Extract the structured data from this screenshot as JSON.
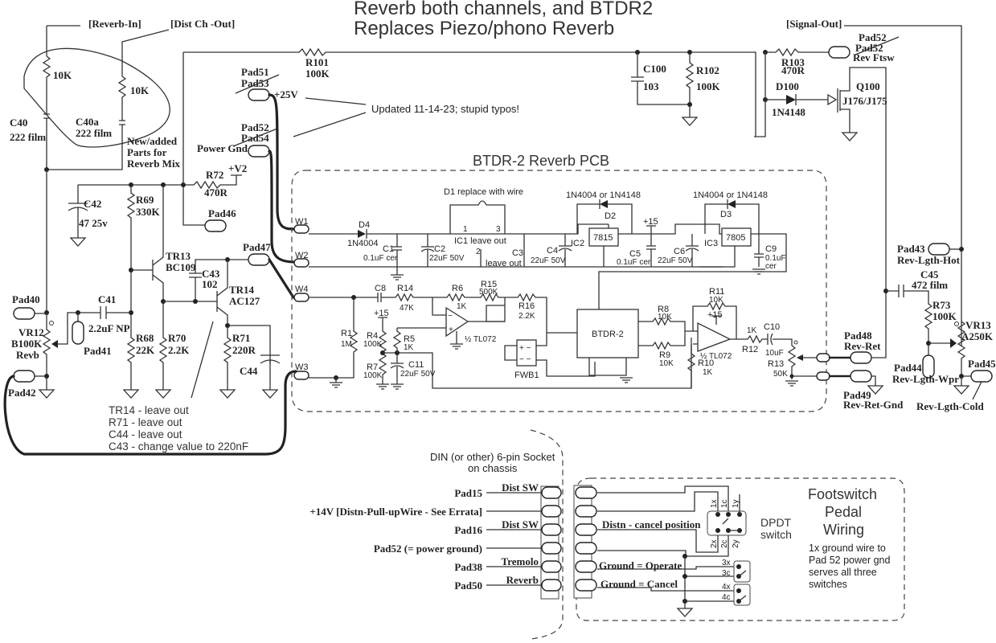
{
  "title": {
    "line1": "Reverb both channels, and BTDR2",
    "line2": "Replaces Piezo/phono Reverb"
  },
  "update_note": "Updated 11-14-23; stupid typos!",
  "reverb_mix": {
    "reverb_in": "[Reverb-In]",
    "dist_ch_out": "[Dist Ch -Out]",
    "r_left": "10K",
    "r_right": "10K",
    "c40": "C40",
    "c40_val": "222 film",
    "c40a": "C40a",
    "c40a_val": "222 film",
    "note1": "New/added",
    "note2": "Parts for",
    "note3": "Reverb Mix"
  },
  "driver": {
    "r101": "R101",
    "r101_val": "100K",
    "pad51": "Pad51",
    "pad53": "Pad53",
    "plus25v": "+25V",
    "pad52": "Pad52",
    "pad54": "Pad54",
    "power_gnd": "Power Gnd",
    "r72": "R72",
    "r72_val": "470R",
    "v2": "+V2",
    "c42": "C42",
    "c42_val": "47 25v",
    "r69": "R69",
    "r69_val": "330K",
    "pad46": "Pad46",
    "tr13": "TR13",
    "tr13_val": "BC109",
    "c43": "C43",
    "c43_val": "102",
    "pad47": "Pad47",
    "tr14": "TR14",
    "tr14_val": "AC127",
    "pad40": "Pad40",
    "c41": "C41",
    "c41_val": "2.2uF NP",
    "vr12": "VR12",
    "vr12_val": "B100K",
    "vr12_name": "Revb",
    "pad41": "Pad41",
    "r68": "R68",
    "r68_val": "22K",
    "r70": "R70",
    "r70_val": "2.2K",
    "r71": "R71",
    "r71_val": "220R",
    "c44": "C44",
    "pad42": "Pad42"
  },
  "mods": [
    "TR14 - leave out",
    "R71 - leave out",
    "C44 - leave out",
    "C43 - change value to 220nF"
  ],
  "pcb": {
    "title": "BTDR-2 Reverb PCB",
    "w1": "W1",
    "w2": "W2",
    "w4": "W4",
    "w3": "W3",
    "d1_note": "D1 replace with wire",
    "d4": "D4",
    "d4_val": "1N4004",
    "c1": "C1",
    "c1_val": "0.1uF cer",
    "c2": "C2",
    "c2_val": "22uF 50V",
    "ic1": "IC1 leave out",
    "ic1_p1": "1",
    "ic1_p2": "2",
    "ic1_p3": "3",
    "c3": "C3",
    "c3_note": "leave out",
    "c4": "C4",
    "c4_val": "22uF 50V",
    "d2_val": "1N4004 or 1N4148",
    "d2": "D2",
    "ic2": "IC2",
    "ic2_chip": "7815",
    "plus15": "+15",
    "c5": "C5",
    "c5_val": "0.1uF cer",
    "c6": "C6",
    "c6_val": "22uF 50V",
    "d3_val": "1N4004 or 1N4148",
    "d3": "D3",
    "ic3": "IC3",
    "ic3_chip": "7805",
    "c9": "C9",
    "c9_val1": "0.1uF",
    "c9_val2": "cer",
    "c8": "C8",
    "r14": "R14",
    "r14_val": "47K",
    "r6": "R6",
    "r6_val": "1K",
    "r15": "R15",
    "r15_val": "500K",
    "r16": "R16",
    "r16_val": "2.2K",
    "r1": "R1",
    "r1_val": "1M",
    "r4": "R4",
    "r4_val": "100K",
    "r5": "R5",
    "r5_val": "1K",
    "r7": "R7",
    "r7_val": "100K",
    "c11": "C11",
    "c11_val": "22uF 50V",
    "opamp1": "½ TL072",
    "fwb1": "FWB1",
    "btdr": "BTDR-2",
    "r8": "R8",
    "r8_val": "10K",
    "r9": "R9",
    "r9_val": "10K",
    "r11": "R11",
    "r11_val": "10K",
    "opamp2": "½ TL072",
    "r10": "R10",
    "r10_val": "1K",
    "r12": "R12",
    "r12_val": "1K",
    "c10": "C10",
    "c10_val": "10uF",
    "r13": "R13",
    "r13_val": "50K"
  },
  "output": {
    "c100": "C100",
    "c100_val": "103",
    "r102": "R102",
    "r102_val": "100K",
    "signal_out": "[Signal-Out]",
    "r103": "R103",
    "r103_val": "470R",
    "pad52a": "Pad52",
    "pad52b": "Pad52",
    "rev_ftsw": "Rev Ftsw",
    "d100": "D100",
    "d100_val": "1N4148",
    "q100": "Q100",
    "q100_val": "J176/J175",
    "pad43": "Pad43",
    "pad43_name": "Rev-Lgth-Hot",
    "c45": "C45",
    "c45_val": "472 film",
    "r73": "R73",
    "r73_val": "100K",
    "vr13": "VR13",
    "vr13_val": "A250K",
    "pad48": "Pad48",
    "pad48_name": "Rev-Ret",
    "pad49": "Pad49",
    "pad49_name": "Rev-Ret-Gnd",
    "pad44": "Pad44",
    "pad44_name": "Rev-Lgth-Wpr",
    "pad45": "Pad45",
    "pad45_name": "Rev-Lgth-Cold"
  },
  "din": {
    "title1": "DIN (or other) 6-pin Socket",
    "title2": "on chassis",
    "rows": [
      {
        "left": "Pad15",
        "wire": "Dist SW"
      },
      {
        "left": "+14V  [Distn-Pull-upWire - See Errata]",
        "wire": ""
      },
      {
        "left": "Pad16",
        "wire": "Dist SW"
      },
      {
        "left": "Pad52 (= power ground)",
        "wire": ""
      },
      {
        "left": "Pad38",
        "wire": "Tremolo"
      },
      {
        "left": "Pad50",
        "wire": "Reverb"
      }
    ]
  },
  "footswitch": {
    "distn_cancel": "Distn - cancel position",
    "gnd_operate": "Ground = Operate",
    "gnd_cancel": "Ground = Cancel",
    "dpdt1": "DPDT",
    "dpdt2": "switch",
    "pins": {
      "p1x": "1x",
      "p1c": "1c",
      "p1y": "1y",
      "p2x": "2x",
      "p2c": "2c",
      "p2y": "2y",
      "p3x": "3x",
      "p3c": "3c",
      "p4x": "4x",
      "p4c": "4c"
    },
    "title1": "Footswitch",
    "title2": "Pedal",
    "title3": "Wiring",
    "desc": [
      "1x ground wire to",
      "Pad 52 power gnd",
      "serves all three",
      "switches"
    ]
  }
}
